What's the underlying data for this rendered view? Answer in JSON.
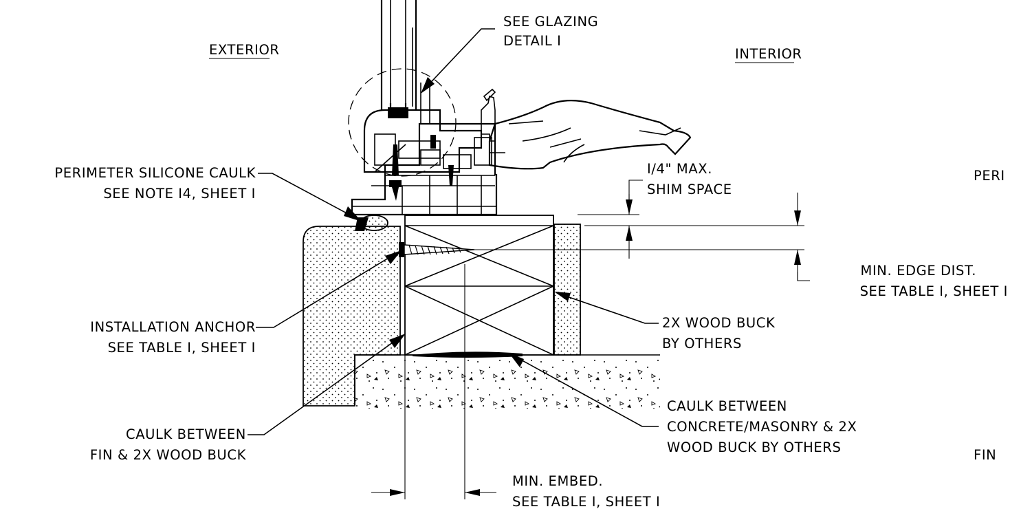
{
  "labels": {
    "exterior": "EXTERIOR",
    "interior": "INTERIOR",
    "glazing_line1": "SEE GLAZING",
    "glazing_line2": "DETAIL I",
    "perimeter_line1": "PERIMETER SILICONE CAULK",
    "perimeter_line2": "SEE NOTE I4, SHEET I",
    "shim_line1": "I/4\" MAX.",
    "shim_line2": "SHIM SPACE",
    "edge_line1": "MIN. EDGE DIST.",
    "edge_line2": "SEE TABLE I, SHEET I",
    "anchor_line1": "INSTALLATION ANCHOR",
    "anchor_line2": "SEE TABLE I, SHEET I",
    "buck_line1": "2X WOOD BUCK",
    "buck_line2": "BY OTHERS",
    "caulk_conc_line1": "CAULK BETWEEN",
    "caulk_conc_line2": "CONCRETE/MASONRY & 2X",
    "caulk_conc_line3": "WOOD BUCK BY OTHERS",
    "caulk_fin_line1": "CAULK BETWEEN",
    "caulk_fin_line2": "FIN & 2X WOOD BUCK",
    "embed_line1": "MIN. EMBED.",
    "embed_line2": "SEE TABLE I, SHEET I",
    "peri_cut": "PERI",
    "fin_cut": "FIN"
  }
}
